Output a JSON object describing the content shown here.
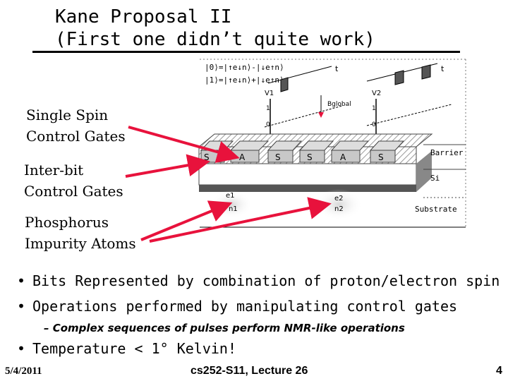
{
  "title": {
    "line1": "Kane Proposal II",
    "line2": "(First one didn’t quite work)"
  },
  "labels": {
    "single_spin": [
      "Single Spin",
      "Control Gates"
    ],
    "inter_bit": [
      "Inter-bit",
      "Control Gates"
    ],
    "phosphorus": [
      "Phosphorus",
      "Impurity Atoms"
    ]
  },
  "figure": {
    "state0": "|0⟩=|↑e↓n⟩-|↓e↑n⟩",
    "state1": "|1⟩=|↑e↓n⟩+|↓e↑n⟩",
    "t1": "t",
    "t2": "t",
    "v1": "V1",
    "v2": "V2",
    "bglobal": "Bglobal",
    "one1": "1",
    "zero1": "0",
    "one2": "1",
    "zero2": "0",
    "gates": [
      "S",
      "A",
      "S",
      "S",
      "A",
      "S"
    ],
    "barrier": "Barrier",
    "si": "Si",
    "substrate": "Substrate",
    "e1": "e1",
    "n1": "n1",
    "e2": "e2",
    "n2": "n2"
  },
  "bullets": [
    "Bits Represented by combination of proton/electron spin",
    "Operations performed by manipulating control gates",
    "Temperature < 1° Kelvin!"
  ],
  "sub_bullet": "– Complex sequences of pulses perform NMR-like operations",
  "bullet_char": "•",
  "footer": {
    "date": "5/4/2011",
    "course": "cs252-S11, Lecture 26",
    "page": "4"
  },
  "colors": {
    "arrow": "#e8123c",
    "gate_fill": "#c8c8c8",
    "layer_dark": "#555555"
  }
}
